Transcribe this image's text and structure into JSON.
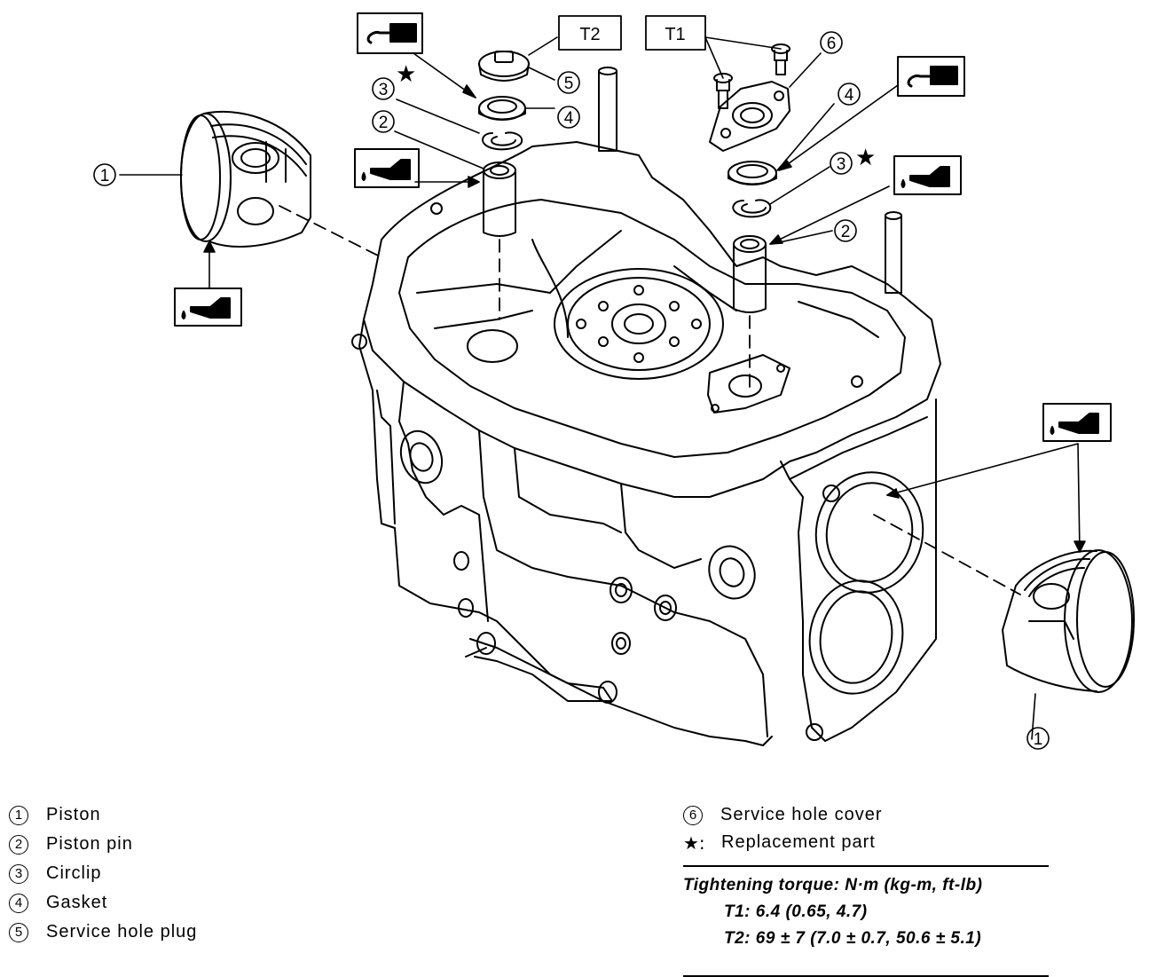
{
  "callouts": {
    "piston": "1",
    "piston_pin": "2",
    "circlip": "3",
    "gasket": "4",
    "service_hole_plug": "5",
    "service_hole_cover": "6"
  },
  "torque_boxes": {
    "t1": "T1",
    "t2": "T2"
  },
  "replacement_symbol": "★",
  "icons": {
    "grease": "grease-icon",
    "oil": "oil-can-icon"
  },
  "legend": {
    "items": [
      {
        "num": "1",
        "label": "Piston"
      },
      {
        "num": "2",
        "label": "Piston pin"
      },
      {
        "num": "3",
        "label": "Circlip"
      },
      {
        "num": "4",
        "label": "Gasket"
      },
      {
        "num": "5",
        "label": "Service hole plug"
      }
    ],
    "item6": {
      "num": "6",
      "label": "Service hole cover"
    },
    "star_note": {
      "symbol": "★:",
      "label": "Replacement part"
    },
    "torque": {
      "title": "Tightening torque: N·m (kg-m, ft-lb)",
      "t1": "T1: 6.4 (0.65, 4.7)",
      "t2": "T2: 69 ± 7 (7.0 ± 0.7, 50.6 ± 5.1)"
    }
  }
}
